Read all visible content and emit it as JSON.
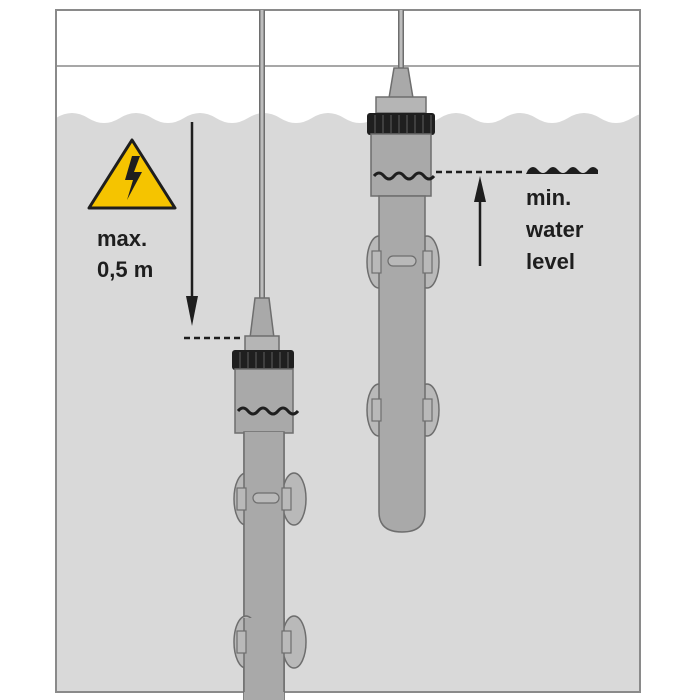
{
  "diagram": {
    "max_depth_label": [
      "max.",
      "0,5 m"
    ],
    "min_level_label": [
      "min.",
      "water",
      "level"
    ],
    "warning_icon": "high-voltage-warning-icon",
    "colors": {
      "water": "#d9d9d9",
      "heater": "#a9a9a9",
      "cap": "#1f1f1f",
      "outline": "#6e6e6e",
      "warning_yellow": "#f5c400"
    }
  }
}
